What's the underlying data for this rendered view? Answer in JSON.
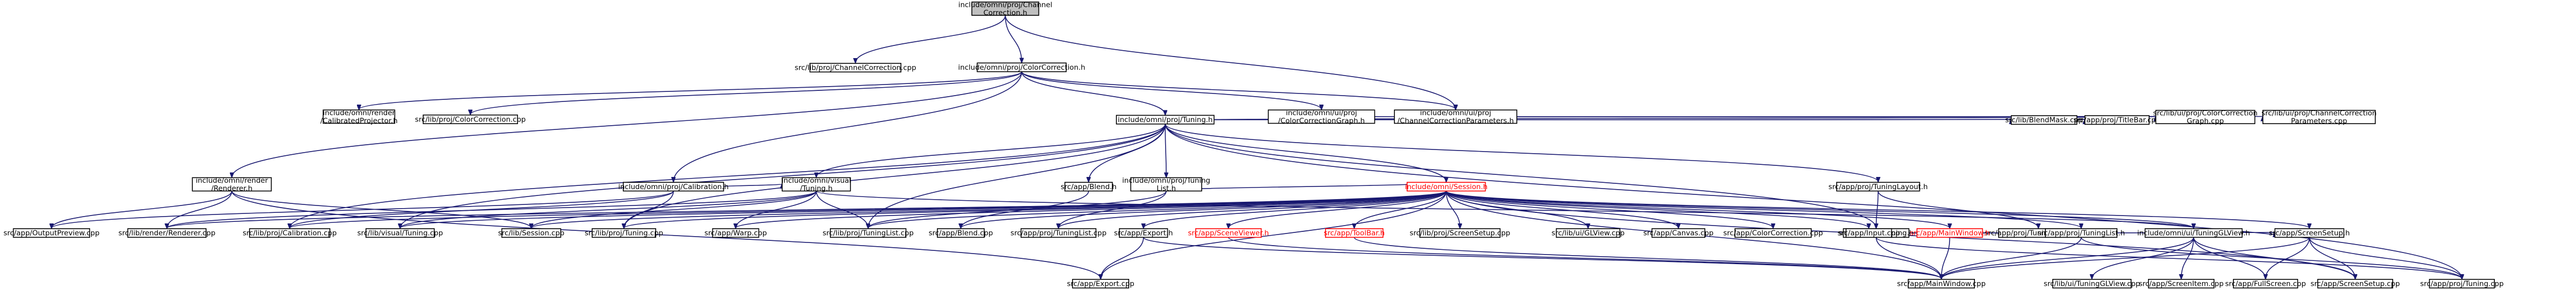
{
  "graph": {
    "type": "include-dependency-graph",
    "colors": {
      "edge": "#191970",
      "root_fill": "#bfbfbf",
      "node_border": "#000000",
      "missing_node_border": "#ff0000"
    },
    "nodes": [
      {
        "id": "n0",
        "lines": [
          "include/omni/proj/Channel",
          "Correction.h"
        ],
        "kind": "root"
      },
      {
        "id": "n1",
        "lines": [
          "src/lib/proj/ChannelCorrection.cpp"
        ]
      },
      {
        "id": "n2",
        "lines": [
          "include/omni/proj/ColorCorrection.h"
        ]
      },
      {
        "id": "n3",
        "lines": [
          "include/omni/ui/proj",
          "/ChannelCorrectionParameters.h"
        ]
      },
      {
        "id": "n4",
        "lines": [
          "include/omni/render",
          "/CalibratedProjector.h"
        ]
      },
      {
        "id": "n5",
        "lines": [
          "src/lib/proj/ColorCorrection.cpp"
        ]
      },
      {
        "id": "n6",
        "lines": [
          "include/omni/proj/Tuning.h"
        ]
      },
      {
        "id": "n7",
        "lines": [
          "include/omni/ui/proj",
          "/ColorCorrectionGraph.h"
        ]
      },
      {
        "id": "n8",
        "lines": [
          "include/omni/render",
          "/Renderer.h"
        ]
      },
      {
        "id": "n9",
        "lines": [
          "include/omni/proj/Calibration.h"
        ]
      },
      {
        "id": "n10",
        "lines": [
          "include/omni/proj/Tuning",
          "List.h"
        ]
      },
      {
        "id": "n11",
        "lines": [
          "include/omni/visual",
          "/Tuning.h"
        ]
      },
      {
        "id": "n12",
        "lines": [
          "src/app/Blend.h"
        ]
      },
      {
        "id": "n13",
        "lines": [
          "include/omni/Session.h"
        ],
        "kind": "red"
      },
      {
        "id": "n14",
        "lines": [
          "src/app/proj/TuningLayout.h"
        ]
      },
      {
        "id": "n15",
        "lines": [
          "src/lib/BlendMask.cpp"
        ]
      },
      {
        "id": "n16",
        "lines": [
          "src/app/proj/TitleBar.cpp"
        ]
      },
      {
        "id": "n17",
        "lines": [
          "src/lib/ui/proj/ColorCorrection",
          "Graph.cpp"
        ]
      },
      {
        "id": "n18",
        "lines": [
          "src/lib/ui/proj/ChannelCorrection",
          "Parameters.cpp"
        ]
      },
      {
        "id": "n19",
        "lines": [
          "src/app/proj/Tuning.h"
        ]
      },
      {
        "id": "n20",
        "lines": [
          "src/app/proj/TuningLayout.cpp"
        ]
      },
      {
        "id": "n21",
        "lines": [
          "src/app/OutputPreview.cpp"
        ]
      },
      {
        "id": "n22",
        "lines": [
          "src/lib/render/Renderer.cpp"
        ]
      },
      {
        "id": "n23",
        "lines": [
          "src/lib/proj/Calibration.cpp"
        ]
      },
      {
        "id": "n24",
        "lines": [
          "src/lib/visual/Tuning.cpp"
        ]
      },
      {
        "id": "n25",
        "lines": [
          "src/lib/Session.cpp"
        ]
      },
      {
        "id": "n26",
        "lines": [
          "src/lib/proj/Tuning.cpp"
        ]
      },
      {
        "id": "n27",
        "lines": [
          "src/app/Warp.cpp"
        ]
      },
      {
        "id": "n28",
        "lines": [
          "src/lib/proj/TuningList.cpp"
        ]
      },
      {
        "id": "n29",
        "lines": [
          "src/app/Blend.cpp"
        ]
      },
      {
        "id": "n30",
        "lines": [
          "src/app/proj/TuningList.cpp"
        ]
      },
      {
        "id": "n31",
        "lines": [
          "src/app/Export.h"
        ]
      },
      {
        "id": "n32",
        "lines": [
          "src/app/SceneViewer.h"
        ],
        "kind": "red"
      },
      {
        "id": "n33",
        "lines": [
          "src/app/ToolBar.h"
        ],
        "kind": "red"
      },
      {
        "id": "n34",
        "lines": [
          "src/lib/proj/ScreenSetup.cpp"
        ]
      },
      {
        "id": "n35",
        "lines": [
          "src/lib/ui/GLView.cpp"
        ]
      },
      {
        "id": "n36",
        "lines": [
          "src/app/Canvas.cpp"
        ]
      },
      {
        "id": "n37",
        "lines": [
          "src/app/ColorCorrection.cpp"
        ]
      },
      {
        "id": "n38",
        "lines": [
          "src/app/Input.cpp"
        ]
      },
      {
        "id": "n39",
        "lines": [
          "src/app/MainWindow.h"
        ],
        "kind": "red"
      },
      {
        "id": "n40",
        "lines": [
          "src/app/proj/TuningList.h"
        ]
      },
      {
        "id": "n41",
        "lines": [
          "include/omni/ui/TuningGLView.h"
        ]
      },
      {
        "id": "n42",
        "lines": [
          "src/app/ScreenSetup.h"
        ]
      },
      {
        "id": "n43",
        "lines": [
          "src/app/Export.cpp"
        ]
      },
      {
        "id": "n44",
        "lines": [
          "src/app/MainWindow.cpp"
        ]
      },
      {
        "id": "n45",
        "lines": [
          "src/lib/ui/TuningGLView.cpp"
        ]
      },
      {
        "id": "n46",
        "lines": [
          "src/app/ScreenItem.cpp"
        ]
      },
      {
        "id": "n47",
        "lines": [
          "src/app/FullScreen.cpp"
        ]
      },
      {
        "id": "n48",
        "lines": [
          "src/app/ScreenSetup.cpp"
        ]
      },
      {
        "id": "n49",
        "lines": [
          "src/app/proj/Tuning.cpp"
        ]
      }
    ],
    "edges": [
      [
        "n0",
        "n1"
      ],
      [
        "n0",
        "n2"
      ],
      [
        "n0",
        "n3"
      ],
      [
        "n2",
        "n4"
      ],
      [
        "n2",
        "n5"
      ],
      [
        "n2",
        "n6"
      ],
      [
        "n2",
        "n7"
      ],
      [
        "n2",
        "n3"
      ],
      [
        "n2",
        "n8"
      ],
      [
        "n2",
        "n9"
      ],
      [
        "n3",
        "n18"
      ],
      [
        "n6",
        "n10"
      ],
      [
        "n6",
        "n11"
      ],
      [
        "n6",
        "n12"
      ],
      [
        "n6",
        "n13"
      ],
      [
        "n6",
        "n14"
      ],
      [
        "n6",
        "n15"
      ],
      [
        "n6",
        "n16"
      ],
      [
        "n6",
        "n17"
      ],
      [
        "n6",
        "n19"
      ],
      [
        "n6",
        "n23"
      ],
      [
        "n6",
        "n26"
      ],
      [
        "n6",
        "n28"
      ],
      [
        "n6",
        "n24"
      ],
      [
        "n6",
        "n49"
      ],
      [
        "n7",
        "n17"
      ],
      [
        "n8",
        "n21"
      ],
      [
        "n8",
        "n22"
      ],
      [
        "n8",
        "n25"
      ],
      [
        "n8",
        "n43"
      ],
      [
        "n9",
        "n11"
      ],
      [
        "n9",
        "n23"
      ],
      [
        "n9",
        "n26"
      ],
      [
        "n9",
        "n21"
      ],
      [
        "n10",
        "n13"
      ],
      [
        "n10",
        "n28"
      ],
      [
        "n10",
        "n30"
      ],
      [
        "n11",
        "n24"
      ],
      [
        "n11",
        "n25"
      ],
      [
        "n11",
        "n27"
      ],
      [
        "n11",
        "n28"
      ],
      [
        "n11",
        "n22"
      ],
      [
        "n11",
        "n41"
      ],
      [
        "n12",
        "n29"
      ],
      [
        "n13",
        "n22"
      ],
      [
        "n13",
        "n23"
      ],
      [
        "n13",
        "n24"
      ],
      [
        "n13",
        "n25"
      ],
      [
        "n13",
        "n26"
      ],
      [
        "n13",
        "n27"
      ],
      [
        "n13",
        "n28"
      ],
      [
        "n13",
        "n29"
      ],
      [
        "n13",
        "n30"
      ],
      [
        "n13",
        "n31"
      ],
      [
        "n13",
        "n32"
      ],
      [
        "n13",
        "n33"
      ],
      [
        "n13",
        "n34"
      ],
      [
        "n13",
        "n35"
      ],
      [
        "n13",
        "n36"
      ],
      [
        "n13",
        "n37"
      ],
      [
        "n13",
        "n38"
      ],
      [
        "n13",
        "n39"
      ],
      [
        "n13",
        "n40"
      ],
      [
        "n13",
        "n41"
      ],
      [
        "n13",
        "n42"
      ],
      [
        "n13",
        "n43"
      ],
      [
        "n13",
        "n44"
      ],
      [
        "n13",
        "n48"
      ],
      [
        "n14",
        "n19"
      ],
      [
        "n14",
        "n20"
      ],
      [
        "n19",
        "n40"
      ],
      [
        "n19",
        "n42"
      ],
      [
        "n19",
        "n44"
      ],
      [
        "n19",
        "n49"
      ],
      [
        "n31",
        "n43"
      ],
      [
        "n31",
        "n44"
      ],
      [
        "n32",
        "n44"
      ],
      [
        "n33",
        "n44"
      ],
      [
        "n39",
        "n44"
      ],
      [
        "n40",
        "n44"
      ],
      [
        "n40",
        "n49"
      ],
      [
        "n41",
        "n44"
      ],
      [
        "n41",
        "n45"
      ],
      [
        "n41",
        "n46"
      ],
      [
        "n41",
        "n47"
      ],
      [
        "n41",
        "n48"
      ],
      [
        "n42",
        "n44"
      ],
      [
        "n42",
        "n47"
      ],
      [
        "n42",
        "n48"
      ],
      [
        "n42",
        "n49"
      ]
    ]
  }
}
